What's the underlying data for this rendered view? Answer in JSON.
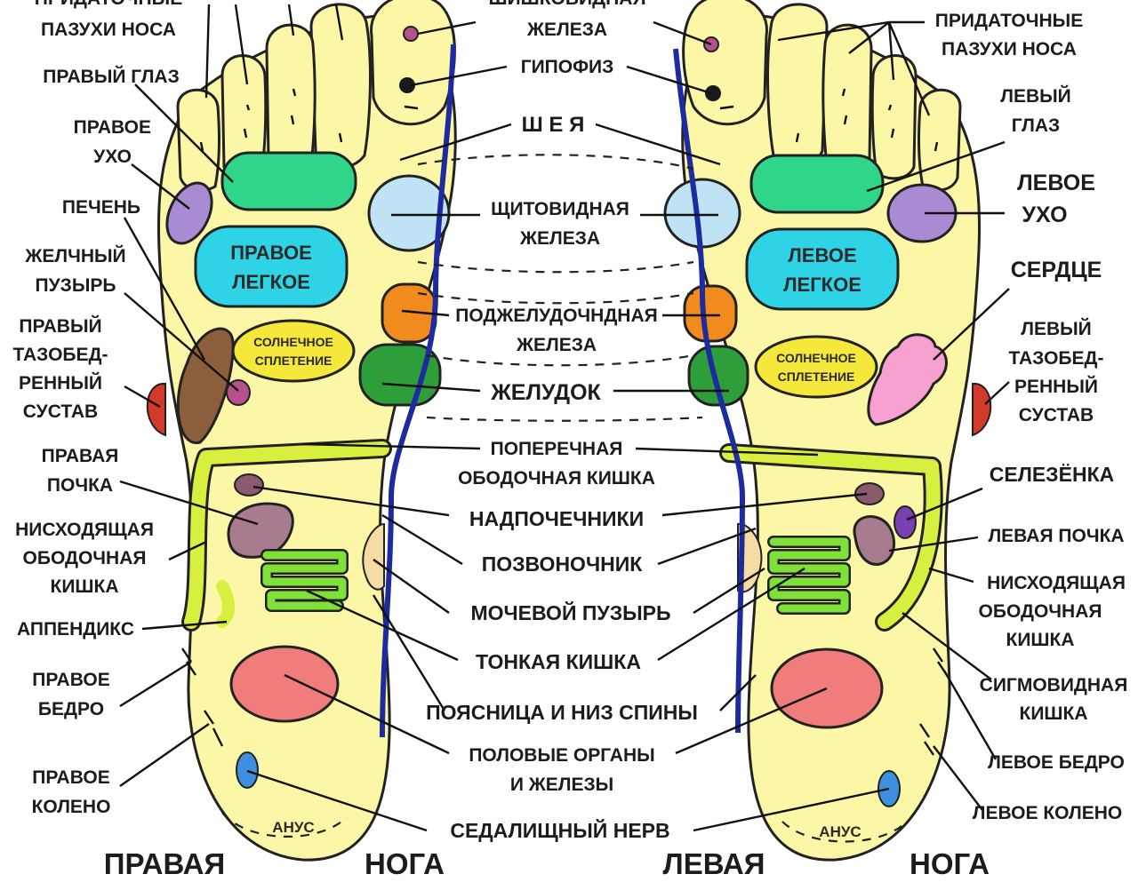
{
  "colors": {
    "foot": "#fbf7a6",
    "spine": "#1d2aa0",
    "lung": "#2fd3e6",
    "thyroid": "#bfe3f4",
    "neck_green": "#2fd68a",
    "pancreas": "#f28b1e",
    "stomach": "#2e9e3a",
    "liver": "#8b5e3c",
    "heart": "#f7a1d0",
    "ear": "#a98bd3",
    "genitals": "#f07c7c",
    "intestine": "#7fe03a",
    "colon": "#d9ef3f",
    "hip": "#d33a2a",
    "kidney": "#a97b8e",
    "knee": "#3e8fe0"
  },
  "foot_labels": {
    "right_foot": "ПРАВАЯ",
    "right_leg": "НОГА",
    "left_foot": "ЛЕВАЯ",
    "left_leg": "НОГА"
  },
  "organs": {
    "right_lung": [
      "ПРАВОЕ",
      "ЛЕГКОЕ"
    ],
    "left_lung": [
      "ЛЕВОЕ",
      "ЛЕГКОЕ"
    ],
    "solar_right": [
      "СОЛНЕЧНОЕ",
      "СПЛЕТЕНИЕ"
    ],
    "solar_left": [
      "СОЛНЕЧНОЕ",
      "СПЛЕТЕНИЕ"
    ],
    "anus_right": "АНУС",
    "anus_left": "АНУС"
  },
  "left_labels": {
    "sinuses": [
      "ПРИДАТОЧНЫЕ",
      "ПАЗУХИ НОСА"
    ],
    "right_eye": "ПРАВЫЙ ГЛАЗ",
    "right_ear": [
      "ПРАВОЕ",
      "УХО"
    ],
    "liver": "ПЕЧЕНЬ",
    "gallbladder": [
      "ЖЕЛЧНЫЙ",
      "ПУЗЫРЬ"
    ],
    "right_hip": [
      "ПРАВЫЙ",
      "ТАЗОБЕД-",
      "РЕННЫЙ",
      "СУСТАВ"
    ],
    "right_kidney": [
      "ПРАВАЯ",
      "ПОЧКА"
    ],
    "descending_colon": [
      "НИСХОДЯЩАЯ",
      "ОБОДОЧНАЯ",
      "КИШКА"
    ],
    "appendix": "АППЕНДИКС",
    "right_thigh": [
      "ПРАВОЕ",
      "БЕДРО"
    ],
    "right_knee": [
      "ПРАВОЕ",
      "КОЛЕНО"
    ]
  },
  "center_labels": {
    "pineal": [
      "ШИШКОВИДНАЯ",
      "ЖЕЛЕЗА"
    ],
    "pituitary": "ГИПОФИЗ",
    "neck": "Ш Е Я",
    "thyroid": [
      "ЩИТОВИДНАЯ",
      "ЖЕЛЕЗА"
    ],
    "pancreas": [
      "ПОДЖЕЛУДОЧНДНАЯ",
      "ЖЕЛЕЗА"
    ],
    "stomach": "ЖЕЛУДОК",
    "transverse_colon": [
      "ПОПЕРЕЧНАЯ",
      "ОБОДОЧНАЯ КИШКА"
    ],
    "adrenals": "НАДПОЧЕЧНИКИ",
    "spine": "ПОЗВОНОЧНИК",
    "bladder": "МОЧЕВОЙ ПУЗЫРЬ",
    "small_intestine": "ТОНКАЯ КИШКА",
    "lower_back": "ПОЯСНИЦА И НИЗ СПИНЫ",
    "genitals": [
      "ПОЛОВЫЕ ОРГАНЫ",
      "И ЖЕЛЕЗЫ"
    ],
    "sciatic": "СЕДАЛИЩНЫЙ НЕРВ"
  },
  "right_labels": {
    "sinuses": [
      "ПРИДАТОЧНЫЕ",
      "ПАЗУХИ НОСА"
    ],
    "left_eye": [
      "ЛЕВЫЙ",
      "ГЛАЗ"
    ],
    "left_ear": [
      "ЛЕВОЕ",
      "УХО"
    ],
    "heart": "СЕРДЦЕ",
    "left_hip": [
      "ЛЕВЫЙ",
      "ТАЗОБЕД-",
      "РЕННЫЙ",
      "СУСТАВ"
    ],
    "spleen": "СЕЛЕЗЁНКА",
    "left_kidney": "ЛЕВАЯ ПОЧКА",
    "descending_colon": [
      "НИСХОДЯЩАЯ",
      "ОБОДОЧНАЯ",
      "КИШКА"
    ],
    "sigmoid": [
      "СИГМОВИДНАЯ",
      "КИШКА"
    ],
    "left_thigh": "ЛЕВОЕ БЕДРО",
    "left_knee": "ЛЕВОЕ КОЛЕНО"
  }
}
